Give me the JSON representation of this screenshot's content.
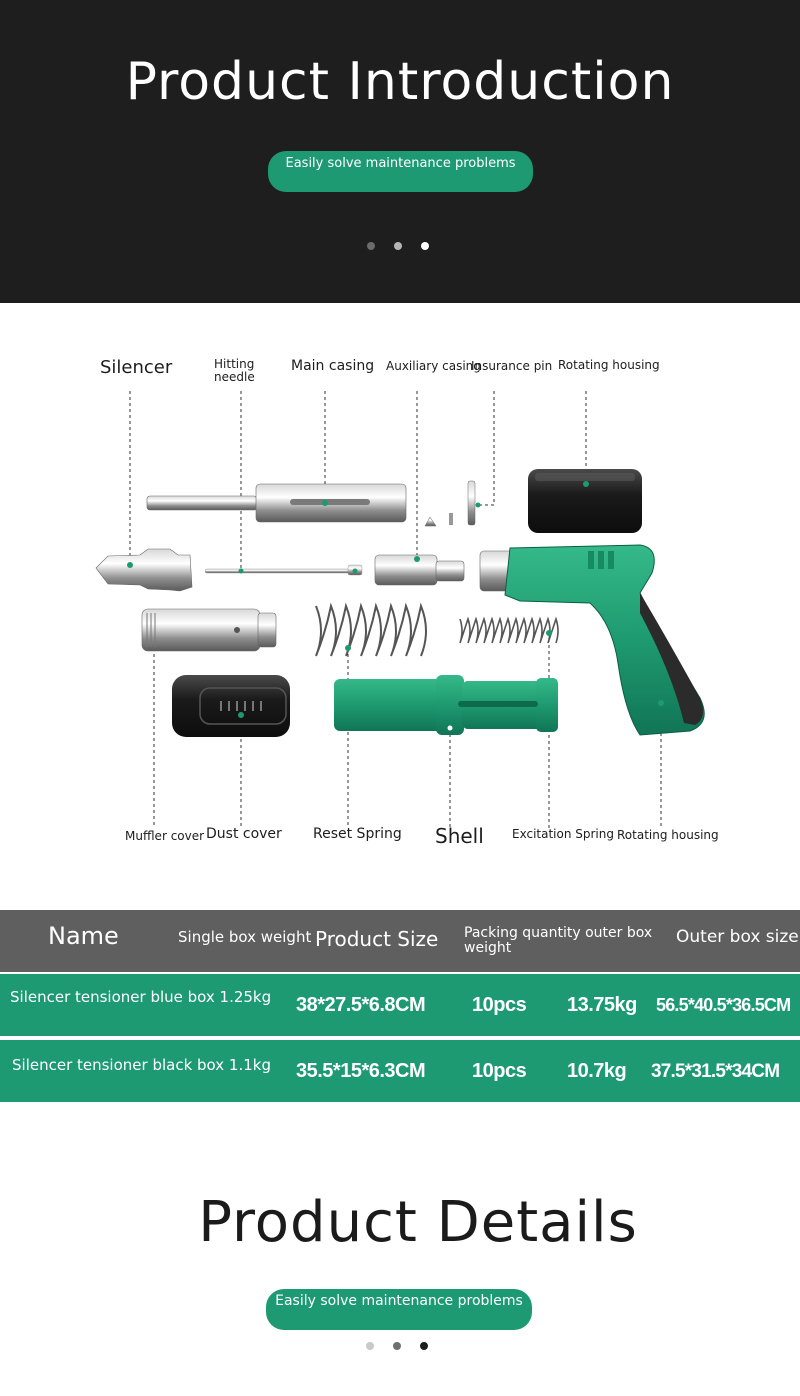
{
  "header": {
    "title": "Product Introduction",
    "tagline": "Easily solve maintenance problems"
  },
  "colors": {
    "accent": "#1d9a72",
    "header_bg": "#1f1e1e",
    "table_header_bg": "#5f5f5f"
  },
  "diagram_labels": {
    "silencer": "Silencer",
    "hitting_needle": "Hitting needle",
    "main_casing": "Main casing",
    "auxiliary_casing": "Auxiliary casing",
    "insurance_pin": "Insurance pin",
    "rotating_housing_top": "Rotating housing",
    "muffler_cover": "Muffler cover",
    "dust_cover": "Dust cover",
    "reset_spring": "Reset Spring",
    "shell": "Shell",
    "excitation_spring": "Excitation Spring",
    "rotating_housing_bottom": "Rotating housing"
  },
  "table": {
    "headers": [
      "Name",
      "Single box weight",
      "Product Size",
      "Packing quantity outer box weight",
      "Outer box size"
    ],
    "rows": [
      {
        "name": "Silencer tensioner blue box 1.25kg",
        "size": "38*27.5*6.8CM",
        "qty": "10pcs",
        "weight": "13.75kg",
        "outer": "56.5*40.5*36.5CM"
      },
      {
        "name": "Silencer tensioner black box 1.1kg",
        "size": "35.5*15*6.3CM",
        "qty": "10pcs",
        "weight": "10.7kg",
        "outer": "37.5*31.5*34CM"
      }
    ]
  },
  "details": {
    "title": "Product Details",
    "tagline": "Easily solve maintenance problems"
  }
}
